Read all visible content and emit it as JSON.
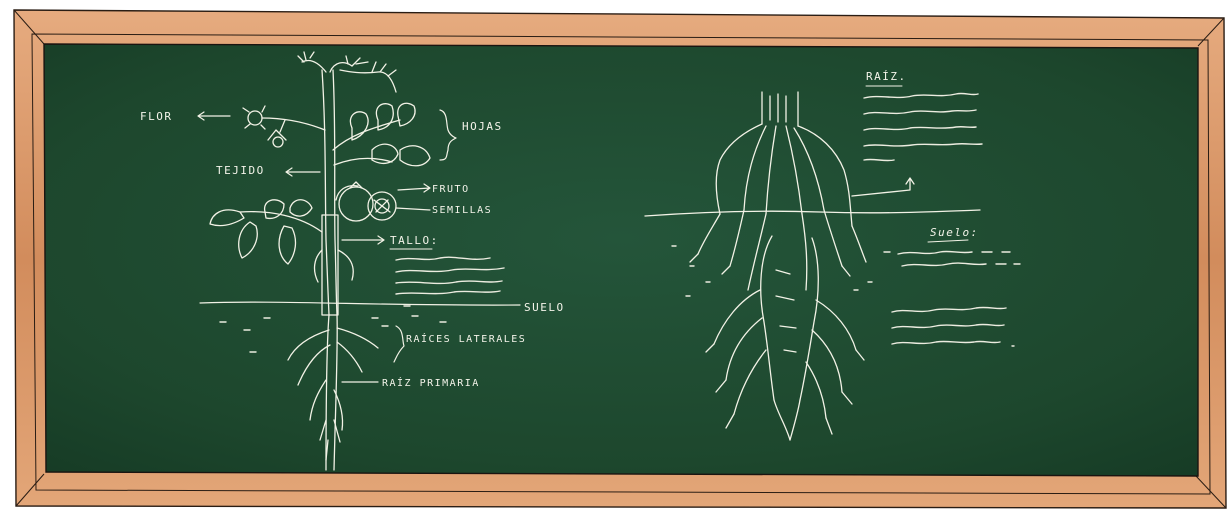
{
  "colors": {
    "board": "#1f4a2f",
    "frame": "#d99a6c",
    "chalk": "#f2f2e6"
  },
  "plant": {
    "labels": {
      "flower": "FLOR",
      "leaves": "HOJAS",
      "tissue": "TEJIDO",
      "fruit": "FRUTO",
      "seeds": "SEMILLAS",
      "stem": "TALLO:",
      "soil": "SUELO",
      "lateral_roots": "RAÍCES LATERALES",
      "primary_root": "RAÍZ PRIMARIA"
    }
  },
  "root_panel": {
    "labels": {
      "root": "RAÍZ.",
      "soil": "Suelo:"
    }
  }
}
